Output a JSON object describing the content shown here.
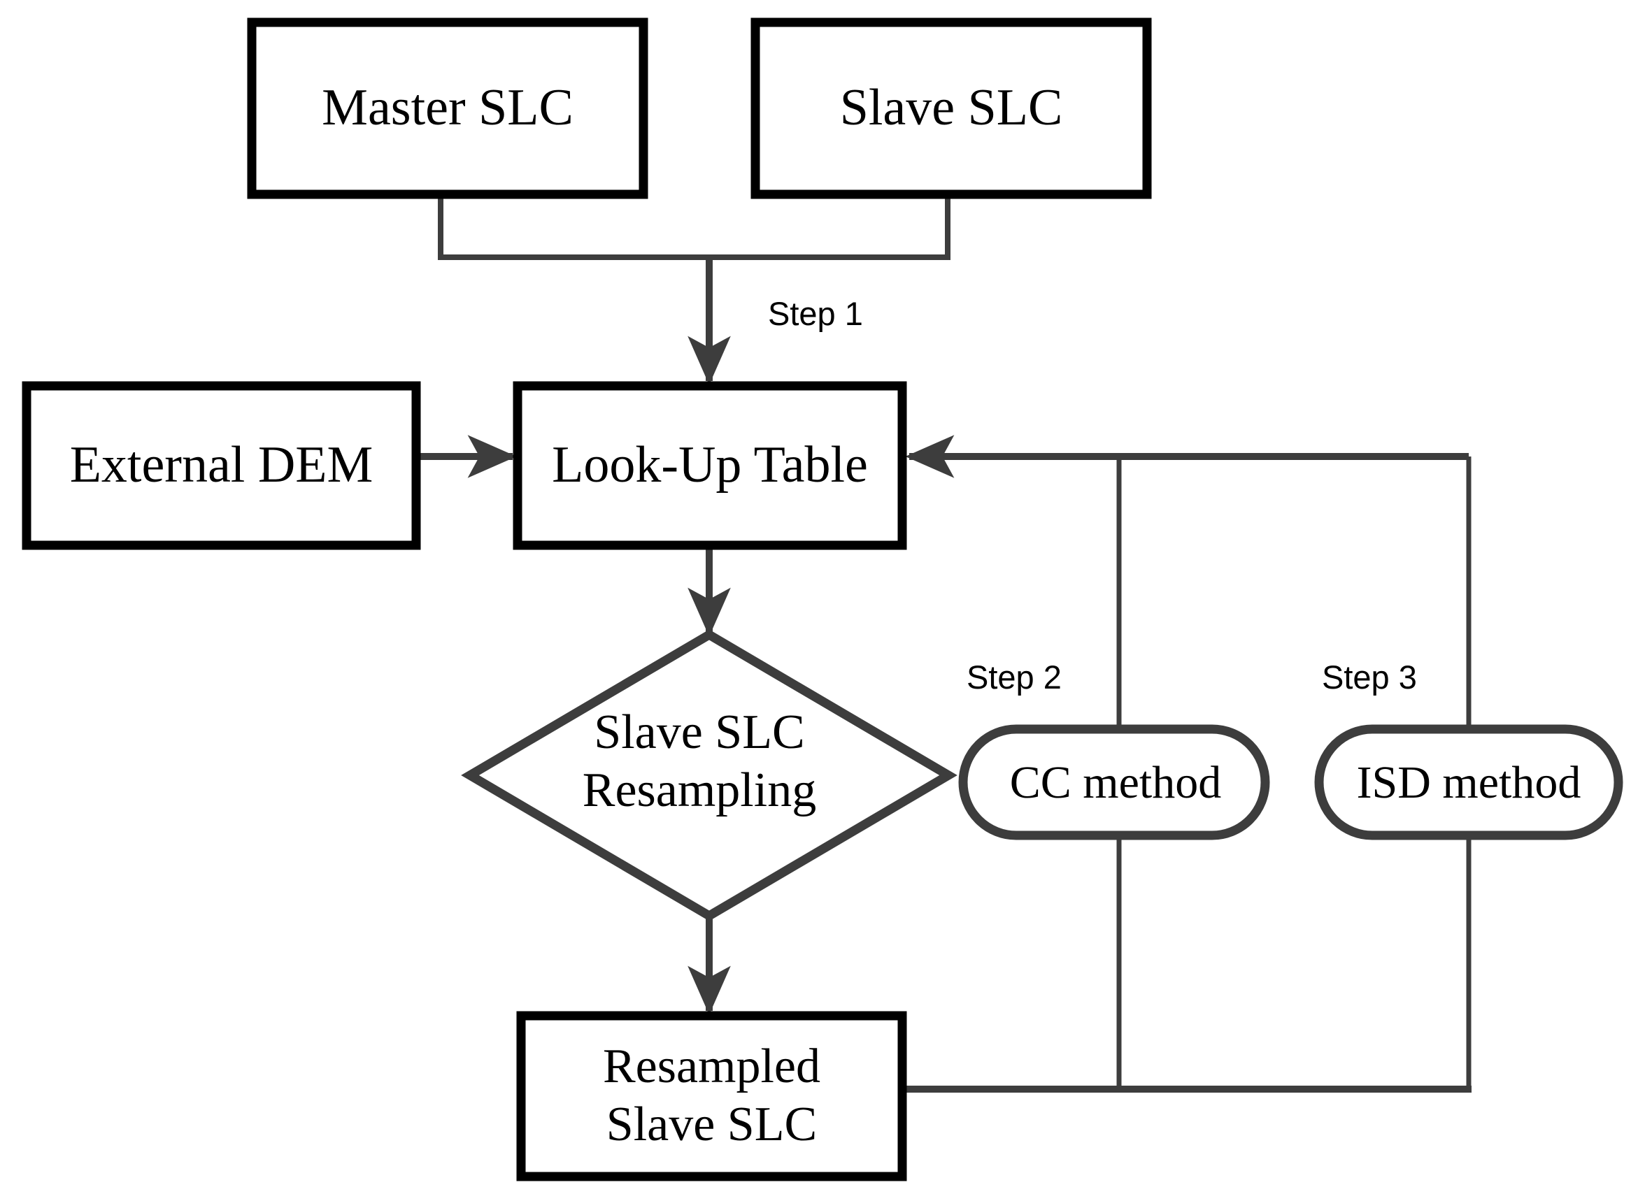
{
  "diagram": {
    "title": "InSAR coregistration workflow flowchart",
    "background_color": "#ffffff",
    "box_stroke_color": "#000000",
    "connector_color": "#3d3d3d",
    "text_color": "#000000"
  },
  "nodes": {
    "master_slc": {
      "label": "Master SLC",
      "shape": "rectangle"
    },
    "slave_slc": {
      "label": "Slave SLC",
      "shape": "rectangle"
    },
    "external_dem": {
      "label": "External DEM",
      "shape": "rectangle"
    },
    "look_up_table": {
      "label": "Look-Up Table",
      "shape": "rectangle"
    },
    "slave_slc_resampling": {
      "label": "Slave SLC\nResampling",
      "shape": "diamond"
    },
    "cc_method": {
      "label": "CC method",
      "shape": "stadium"
    },
    "isd_method": {
      "label": "ISD method",
      "shape": "stadium"
    },
    "resampled_slave_slc": {
      "label": "Resampled\nSlave SLC",
      "shape": "rectangle"
    }
  },
  "step_labels": {
    "step_1": "Step 1",
    "step_2": "Step 2",
    "step_3": "Step 3"
  }
}
